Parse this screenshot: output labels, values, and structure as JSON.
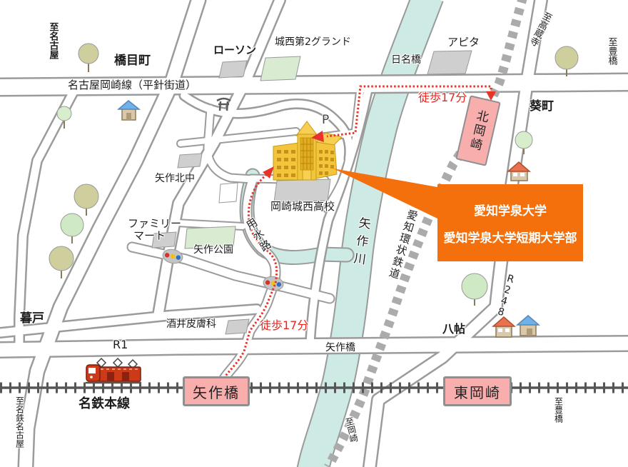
{
  "callout": {
    "line1": "愛知学泉大学",
    "line2": "愛知学泉大学短期大学部"
  },
  "stations": {
    "kita_okazaki": "北岡崎",
    "yahagibashi": "矢作橋",
    "higashi_okazaki": "東岡崎"
  },
  "railways": {
    "meitetsu_main_line": "名鉄本線",
    "aichi_loop_line": "愛知環状鉄道"
  },
  "roads": {
    "nagoya_okazaki_line": "名古屋岡崎線（平針街道）",
    "route1": "R1",
    "route248": "R248"
  },
  "water": {
    "yahagi_river": "矢作川",
    "irrigation_canal": "用水路"
  },
  "bridges": {
    "hina_bridge": "日名橋",
    "yahagi_bridge": "矢作橋"
  },
  "places": {
    "hashime_town": "橋目町",
    "lawson": "ローソン",
    "josai_no2_ground": "城西第2グランド",
    "apita": "アピタ",
    "aoi_town": "葵町",
    "yahagi_kita_junior_high": "矢作北中",
    "okazaki_josai_high_school": "岡崎城西高校",
    "family_mart_line1": "ファミリー",
    "family_mart_line2": "マート",
    "yahagi_park": "矢作公園",
    "kureto": "暮戸",
    "sakai_dermatology": "酒井皮膚科",
    "hatcho": "八帖",
    "parking": "P"
  },
  "directions": {
    "to_nagoya": "至名古屋",
    "to_kozoji": "至高蔵寺",
    "to_toyohashi_top": "至豊橋",
    "to_meitetsu_nagoya": "至名鉄名古屋",
    "to_okazaki": "至岡崎",
    "to_toyohashi_bottom": "至豊橋"
  },
  "route": {
    "walk_time_north": "徒歩17分",
    "walk_time_south": "徒歩17分"
  },
  "colors": {
    "callout_bg": "#f4700c",
    "station_pink": "#f9aeae",
    "university_gold": "#f2c43c",
    "river_blue": "#cdeae4",
    "route_red": "#e8332a",
    "walk_text_red": "#e8251f"
  }
}
